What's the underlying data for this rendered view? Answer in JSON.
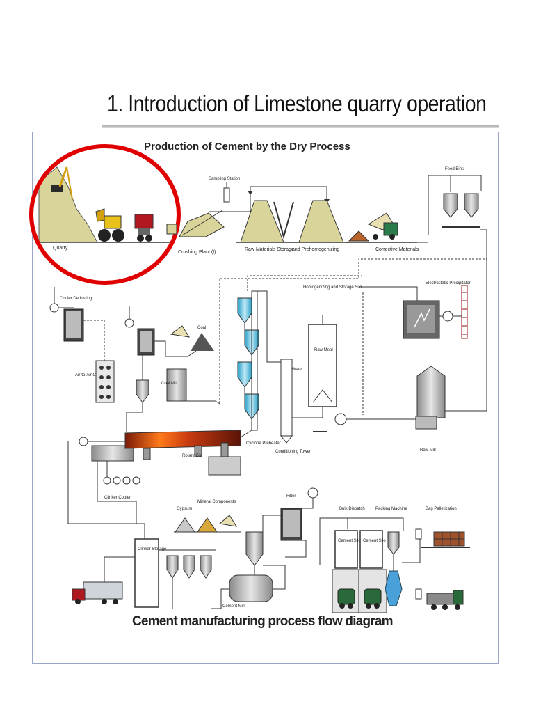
{
  "slide": {
    "title": "1. Introduction of Limestone quarry operation"
  },
  "diagram": {
    "title": "Production of Cement by the Dry Process",
    "caption": "Cement manufacturing process flow diagram",
    "labels": {
      "quarry": "Quarry",
      "crushing_plant": "Crushing Plant (I)",
      "sampling_station": "Sampling Station",
      "raw_materials_storage": "Raw Materials Storage",
      "prehomogenizing": "and Prehomogenizing",
      "corrective_materials": "Corrective Materials",
      "feed_bins": "Feed Bins",
      "cooler_dedusting": "Cooler Dedusting",
      "coal": "Coal",
      "coal_mill": "Coal Mill",
      "air_to_air_cooler": "Air-to-Air Cooler",
      "homogenizing_storage_silo": "Homogenizing and Storage Silo",
      "raw_meal": "Raw Meal",
      "water": "Water",
      "electrostatic_precipitator": "Electrostatic Precipitator",
      "rotary_kiln": "Rotary Kiln",
      "cyclone_preheater": "Cyclone Preheater",
      "conditioning_tower": "Conditioning Tower",
      "raw_mill": "Raw Mill",
      "clinker_cooler": "Clinker Cooler",
      "gypsum": "Gypsum",
      "mineral_components": "Mineral Components",
      "filter": "Filter",
      "bulk_dispatch": "Bulk Dispatch",
      "packing_machine": "Packing Machine",
      "bag_palletization": "Bag Palletization",
      "clinker_storage": "Clinker Storage",
      "cement_mill": "Cement Mill",
      "cement_silo": "Cement Silo"
    },
    "highlight_color": "#e00000"
  }
}
